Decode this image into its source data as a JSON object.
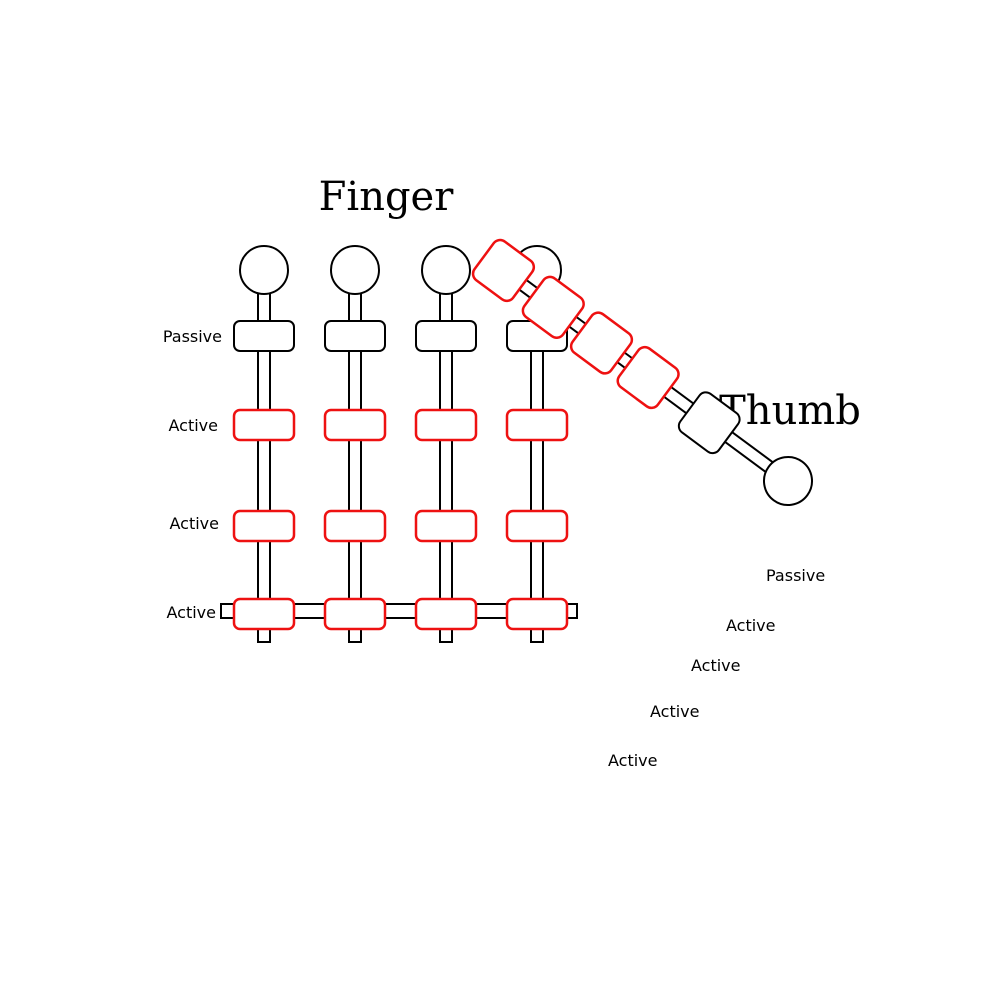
{
  "finger": {
    "title": "Finger",
    "row_labels": [
      "Passive",
      "Active",
      "Active",
      "Active"
    ],
    "joint_types": [
      "passive",
      "active",
      "active",
      "active"
    ],
    "digit_count": 4
  },
  "thumb": {
    "title": "Thumb",
    "joint_labels": [
      "Passive",
      "Active",
      "Active",
      "Active",
      "Active"
    ],
    "joint_types": [
      "passive",
      "active",
      "active",
      "active",
      "active"
    ]
  },
  "colors": {
    "active_joint": "#e11111",
    "passive_joint": "#000000"
  }
}
